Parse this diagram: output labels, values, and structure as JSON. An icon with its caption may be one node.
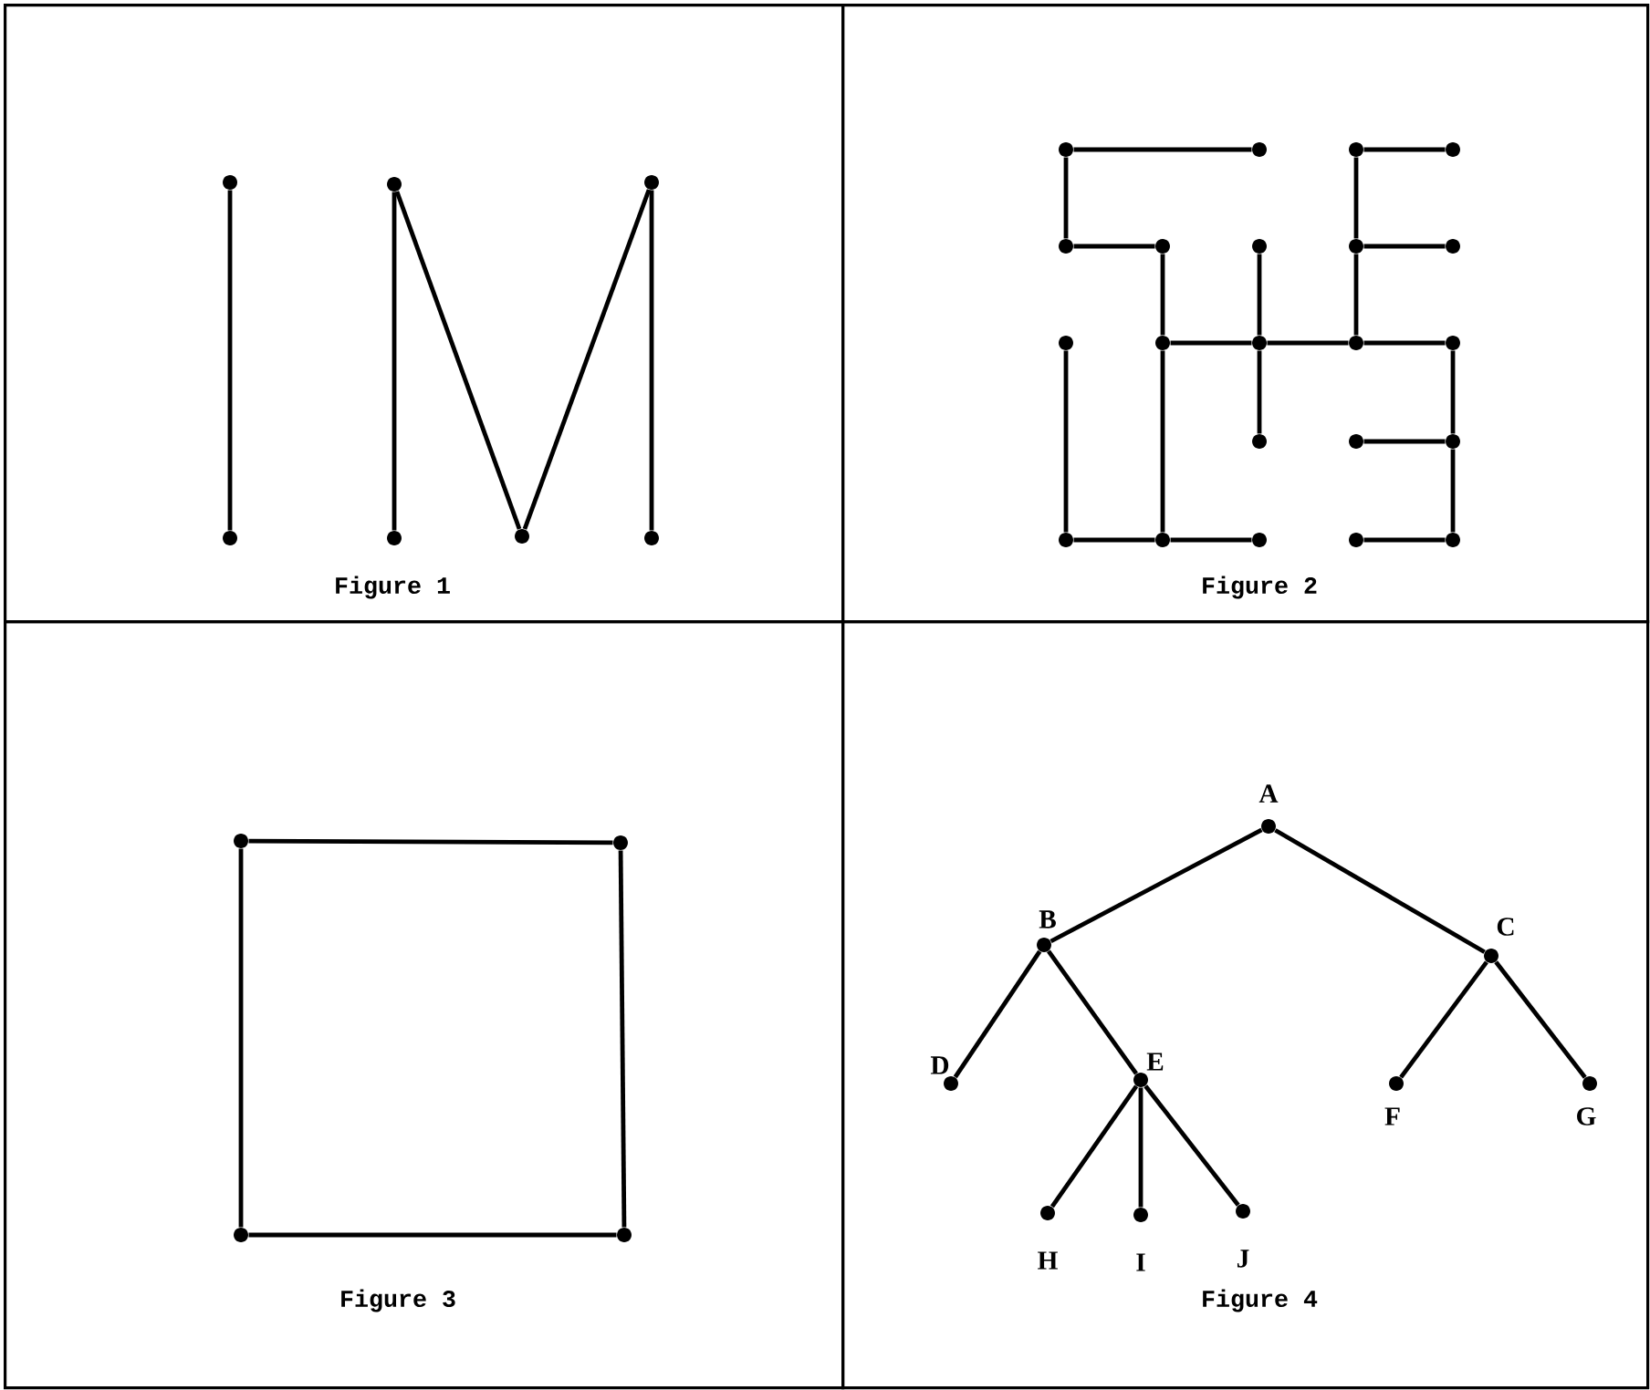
{
  "diagram": {
    "nodes": [
      {
        "text": [
          "Figure 1"
        ]
      },
      {
        "text": [],
        "shape": "circle",
        "in": 0
      },
      {
        "text": [],
        "shape": "circle",
        "in": 0
      },
      {
        "text": [],
        "shape": "circle",
        "in": 0
      },
      {
        "text": [],
        "shape": "circle",
        "in": 0
      },
      {
        "text": [],
        "shape": "circle",
        "in": 0
      },
      {
        "text": [],
        "shape": "circle",
        "in": 0
      },
      {
        "text": [],
        "shape": "circle",
        "in": 0
      },
      {
        "text": [
          "Figure 2"
        ]
      },
      {
        "text": [],
        "shape": "circle",
        "in": 8
      },
      {
        "text": [],
        "shape": "circle",
        "in": 8
      },
      {
        "text": [],
        "shape": "circle",
        "in": 8
      },
      {
        "text": [],
        "shape": "circle",
        "in": 8
      },
      {
        "text": [],
        "shape": "circle",
        "in": 8
      },
      {
        "text": [],
        "shape": "circle",
        "in": 8
      },
      {
        "text": [],
        "shape": "circle",
        "in": 8
      },
      {
        "text": [],
        "shape": "circle",
        "in": 8
      },
      {
        "text": [],
        "shape": "circle",
        "in": 8
      },
      {
        "text": [],
        "shape": "circle",
        "in": 8
      },
      {
        "text": [],
        "shape": "circle",
        "in": 8
      },
      {
        "text": [],
        "shape": "circle",
        "in": 8
      },
      {
        "text": [],
        "shape": "circle",
        "in": 8
      },
      {
        "text": [],
        "shape": "circle",
        "in": 8
      },
      {
        "text": [],
        "shape": "circle",
        "in": 8
      },
      {
        "text": [],
        "shape": "circle",
        "in": 8
      },
      {
        "text": [],
        "shape": "circle",
        "in": 8
      },
      {
        "text": [],
        "shape": "circle",
        "in": 8
      },
      {
        "text": [],
        "shape": "circle",
        "in": 8
      },
      {
        "text": [],
        "shape": "circle",
        "in": 8
      },
      {
        "text": [],
        "shape": "circle",
        "in": 8
      },
      {
        "text": [],
        "shape": "circle",
        "in": 8
      },
      {
        "text": [
          "Figure 3"
        ]
      },
      {
        "text": [],
        "shape": "circle",
        "in": 31
      },
      {
        "text": [],
        "shape": "circle",
        "in": 31
      },
      {
        "text": [],
        "shape": "circle",
        "in": 31
      },
      {
        "text": [],
        "shape": "circle",
        "in": 31
      },
      {
        "text": [
          "Figure 4"
        ]
      },
      {
        "text": [],
        "shape": "circle",
        "in": 36,
        "beside": [
          "A"
        ]
      },
      {
        "text": [],
        "shape": "circle",
        "in": 36,
        "beside": [
          "B"
        ]
      },
      {
        "text": [],
        "shape": "circle",
        "in": 36,
        "beside": [
          "C"
        ]
      },
      {
        "text": [],
        "shape": "circle",
        "in": 36,
        "beside": [
          "D"
        ]
      },
      {
        "text": [],
        "shape": "circle",
        "in": 36,
        "beside": [
          "E"
        ]
      },
      {
        "text": [],
        "shape": "circle",
        "in": 36,
        "beside": [
          "F"
        ]
      },
      {
        "text": [],
        "shape": "circle",
        "in": 36,
        "beside": [
          "G"
        ]
      },
      {
        "text": [],
        "shape": "circle",
        "in": 36,
        "beside": [
          "H"
        ]
      },
      {
        "text": [],
        "shape": "circle",
        "in": 36,
        "beside": [
          "I"
        ]
      },
      {
        "text": [],
        "shape": "circle",
        "in": 36,
        "beside": [
          "J"
        ]
      }
    ],
    "edges": [
      {
        "from": 1,
        "to": 2,
        "arrow": "none"
      },
      {
        "from": 3,
        "to": 4,
        "arrow": "none"
      },
      {
        "from": 3,
        "to": 5,
        "arrow": "none"
      },
      {
        "from": 5,
        "to": 6,
        "arrow": "none"
      },
      {
        "from": 6,
        "to": 7,
        "arrow": "none"
      },
      {
        "from": 9,
        "to": 10,
        "arrow": "none"
      },
      {
        "from": 9,
        "to": 13,
        "arrow": "none"
      },
      {
        "from": 13,
        "to": 14,
        "arrow": "none"
      },
      {
        "from": 14,
        "to": 19,
        "arrow": "none"
      },
      {
        "from": 15,
        "to": 20,
        "arrow": "none"
      },
      {
        "from": 11,
        "to": 12,
        "arrow": "none"
      },
      {
        "from": 11,
        "to": 16,
        "arrow": "none"
      },
      {
        "from": 16,
        "to": 17,
        "arrow": "none"
      },
      {
        "from": 16,
        "to": 21,
        "arrow": "none"
      },
      {
        "from": 19,
        "to": 20,
        "arrow": "none"
      },
      {
        "from": 20,
        "to": 21,
        "arrow": "none"
      },
      {
        "from": 21,
        "to": 22,
        "arrow": "none"
      },
      {
        "from": 20,
        "to": 23,
        "arrow": "none"
      },
      {
        "from": 22,
        "to": 25,
        "arrow": "none"
      },
      {
        "from": 24,
        "to": 25,
        "arrow": "none"
      },
      {
        "from": 25,
        "to": 30,
        "arrow": "none"
      },
      {
        "from": 29,
        "to": 30,
        "arrow": "none"
      },
      {
        "from": 18,
        "to": 26,
        "arrow": "none"
      },
      {
        "from": 26,
        "to": 27,
        "arrow": "none"
      },
      {
        "from": 19,
        "to": 27,
        "arrow": "none"
      },
      {
        "from": 27,
        "to": 28,
        "arrow": "none"
      },
      {
        "from": 32,
        "to": 33,
        "arrow": "none"
      },
      {
        "from": 32,
        "to": 34,
        "arrow": "none"
      },
      {
        "from": 33,
        "to": 35,
        "arrow": "none"
      },
      {
        "from": 34,
        "to": 35,
        "arrow": "none"
      },
      {
        "from": 37,
        "to": 38,
        "arrow": "none"
      },
      {
        "from": 37,
        "to": 39,
        "arrow": "none"
      },
      {
        "from": 38,
        "to": 40,
        "arrow": "none"
      },
      {
        "from": 38,
        "to": 41,
        "arrow": "none"
      },
      {
        "from": 39,
        "to": 42,
        "arrow": "none"
      },
      {
        "from": 39,
        "to": 43,
        "arrow": "none"
      },
      {
        "from": 41,
        "to": 44,
        "arrow": "none"
      },
      {
        "from": 41,
        "to": 45,
        "arrow": "none"
      },
      {
        "from": 41,
        "to": 46,
        "arrow": "none"
      }
    ]
  }
}
